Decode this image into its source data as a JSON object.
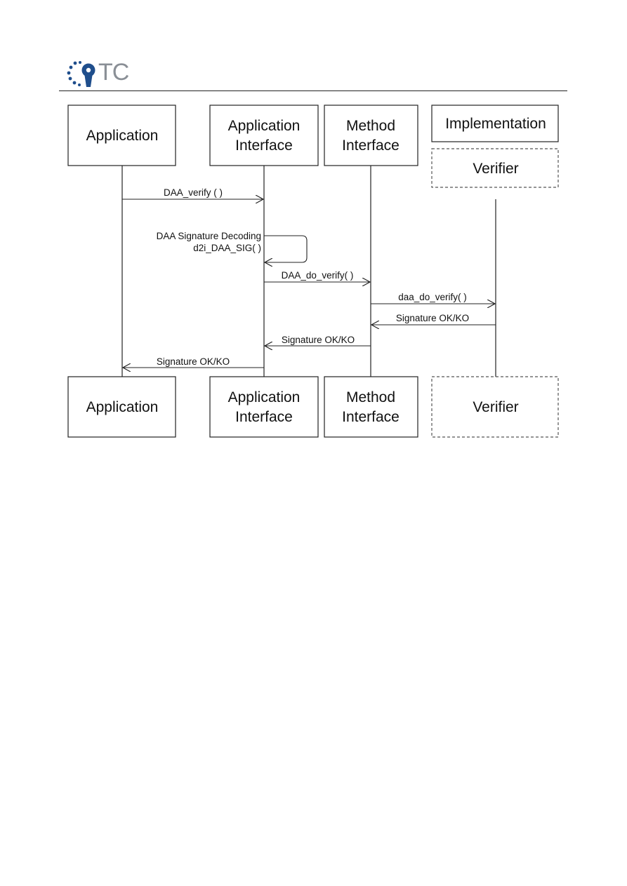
{
  "header": {
    "logo_text": "TC"
  },
  "participants_top": {
    "application": [
      "Application"
    ],
    "app_interface": [
      "Application",
      "Interface"
    ],
    "method_interface": [
      "Method",
      "Interface"
    ],
    "implementation": [
      "Implementation"
    ],
    "verifier": [
      "Verifier"
    ]
  },
  "messages": {
    "daa_verify": "DAA_verify ( )",
    "self_call_line1": "DAA Signature Decoding",
    "self_call_line2": "d2i_DAA_SIG( )",
    "daa_do_verify": "DAA_do_verify( )",
    "daa_do_verify_impl": "daa_do_verify( )",
    "sig_verifier_to_method": "Signature OK/KO",
    "sig_method_to_app_if": "Signature OK/KO",
    "sig_app_if_to_app": "Signature OK/KO"
  },
  "participants_bottom": {
    "application": [
      "Application"
    ],
    "app_interface": [
      "Application",
      "Interface"
    ],
    "method_interface": [
      "Method",
      "Interface"
    ],
    "verifier": [
      "Verifier"
    ]
  },
  "colors": {
    "logo_blue": "#1f4e8c",
    "logo_gray": "#8a8f96",
    "line": "#222222"
  }
}
